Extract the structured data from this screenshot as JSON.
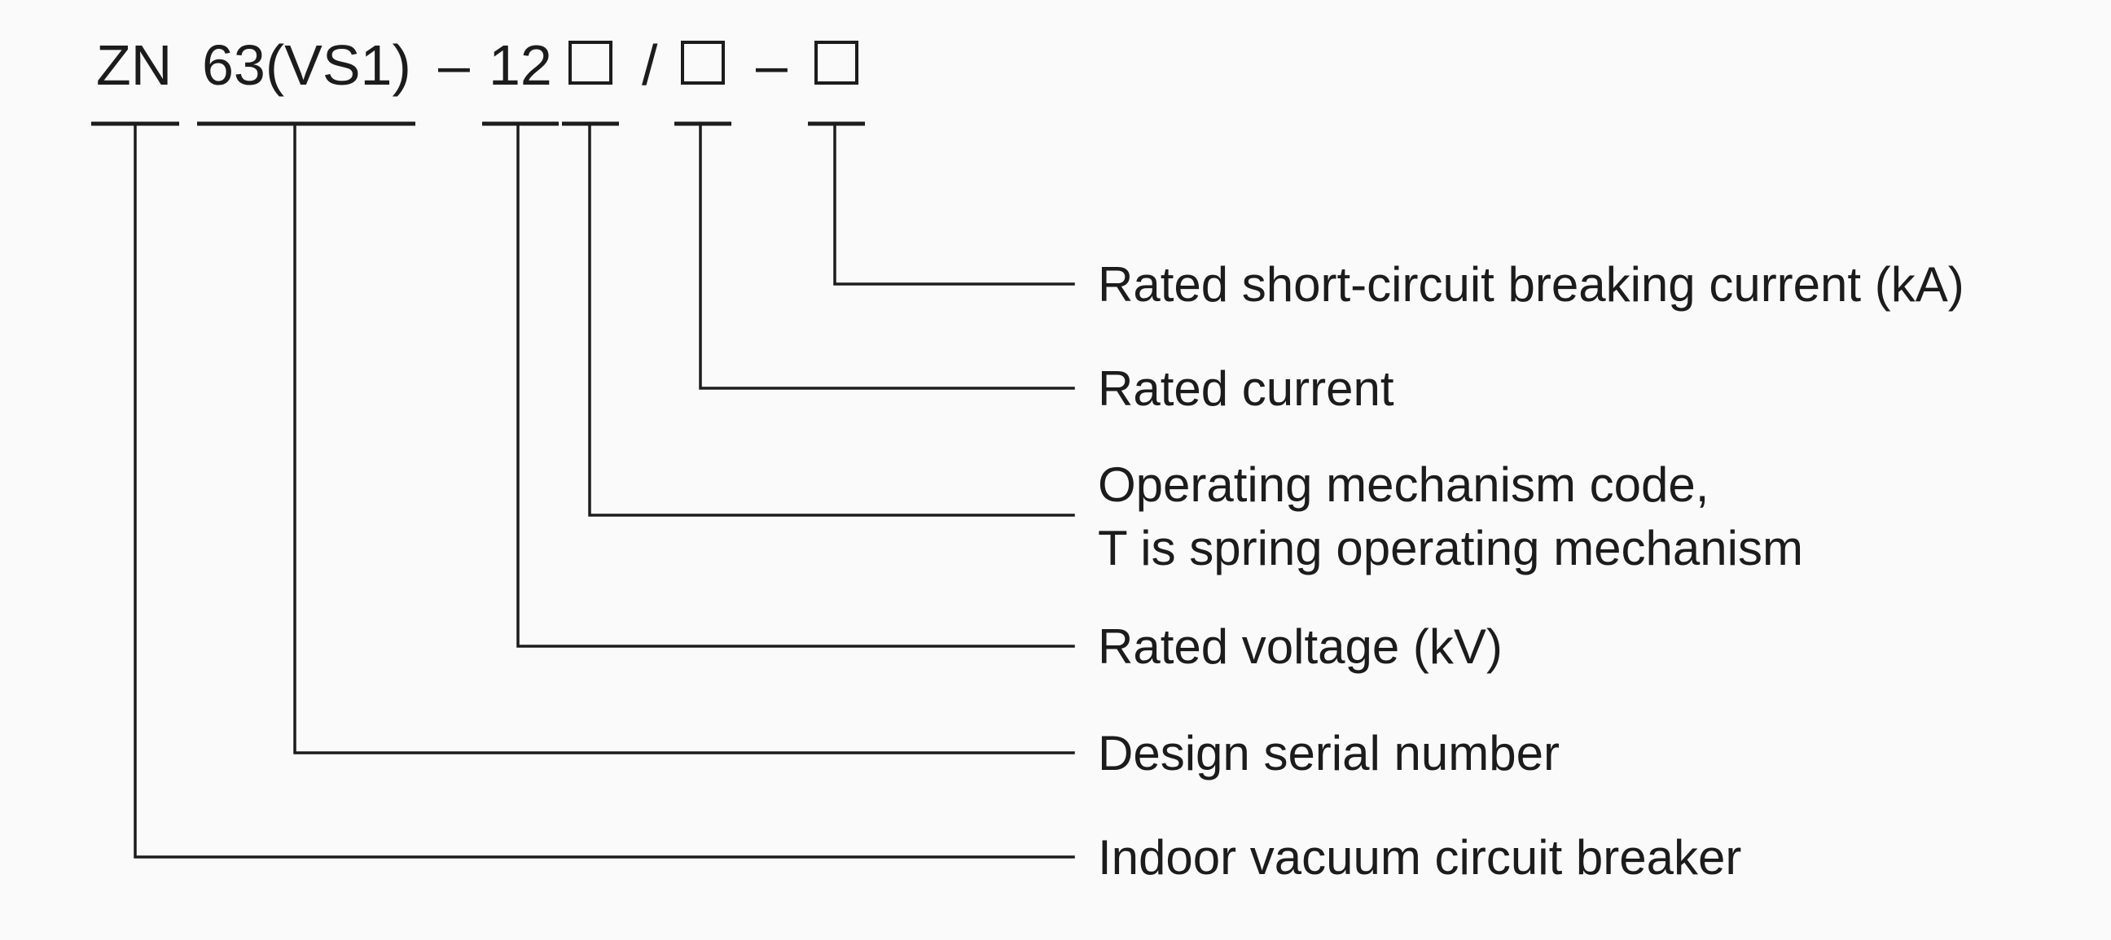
{
  "diagram": {
    "type": "model-designation-diagram",
    "title": {
      "prefix": "ZN",
      "series": "63(VS1)",
      "dash1": "–",
      "voltage": "12",
      "slash": "/",
      "dash2": "–"
    },
    "labels": {
      "short_circuit": "Rated short-circuit breaking current (kA)",
      "rated_current": "Rated current",
      "mechanism_line1": "Operating mechanism code,",
      "mechanism_line2": "T is spring operating mechanism",
      "rated_voltage": "Rated voltage (kV)",
      "design_serial": "Design serial number",
      "breaker_type": "Indoor vacuum circuit breaker"
    },
    "ink_color": "#1c1c1c",
    "background_color": "#fafafa"
  }
}
